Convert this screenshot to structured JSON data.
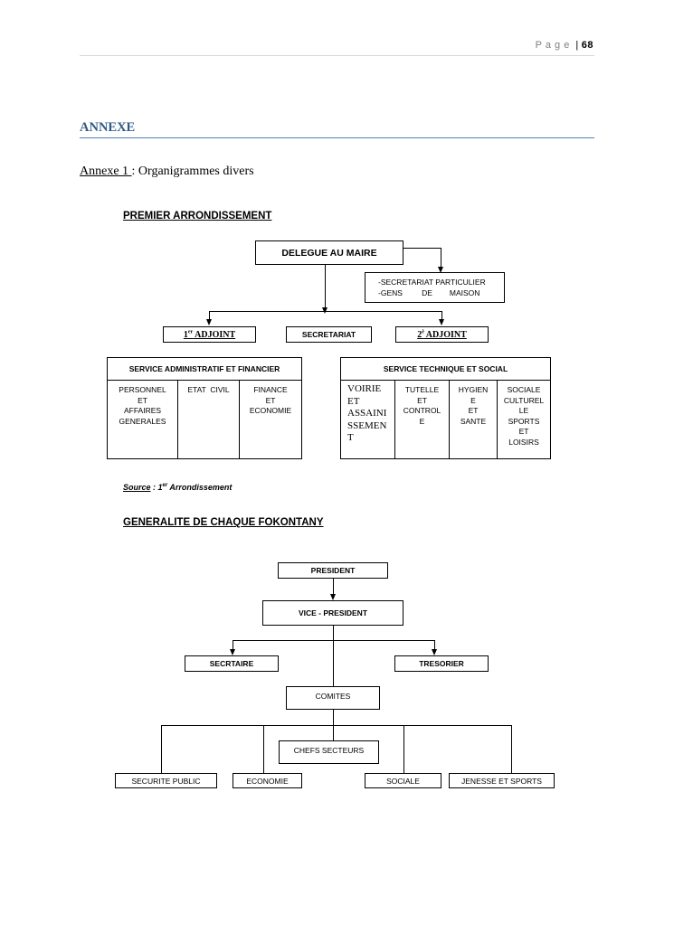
{
  "header": {
    "page_word": "P a g e",
    "page_sep": "|",
    "page_number": "68"
  },
  "section_title": "ANNEXE",
  "annex": {
    "label": "Annexe 1 ",
    "title": ": Organigrammes divers"
  },
  "chart1": {
    "title": "PREMIER ARRONDISSEMENT",
    "delegue": "DELEGUE AU MAIRE",
    "sec_part_1": "-SECRETARIAT PARTICULIER",
    "sec_part_2": "-GENS         DE        MAISON",
    "adjoint1_pre": "1",
    "adjoint1_sup": "er",
    "adjoint1_post": " ADJOINT",
    "secretariat": "SECRETARIAT",
    "adjoint2_pre": "2",
    "adjoint2_sup": "è",
    "adjoint2_post": " ADJOINT",
    "service_admin": "SERVICE ADMINISTRATIF ET FINANCIER",
    "service_tech": "SERVICE TECHNIQUE ET SOCIAL",
    "admin_cols": [
      "PERSONNEL\nET\nAFFAIRES\nGENERALES",
      "ETAT  CIVIL",
      "FINANCE\nET\nECONOMIE"
    ],
    "tech_cols": [
      "VOIRIE\nET\nASSAINI\nSSEMEN\nT",
      "TUTELLE\nET\nCONTROL\nE",
      "HYGIEN\nE\nET\nSANTE",
      "SOCIALE\nCULTUREL\nLE\nSPORTS\nET\nLOISIRS"
    ],
    "source_label": "Source",
    "source_mid": " : 1",
    "source_sup": "er",
    "source_rest": " Arrondissement"
  },
  "chart2": {
    "title": "GENERALITE DE CHAQUE FOKONTANY",
    "president": "PRESIDENT",
    "vice_president": "VICE - PRESIDENT",
    "secretaire": "SECRTAIRE",
    "tresorier": "TRESORIER",
    "comites": "COMITES",
    "chefs_secteurs": "CHEFS SECTEURS",
    "bottom": [
      "SECURITE PUBLIC",
      "ECONOMIE",
      "SOCIALE",
      "JENESSE ET SPORTS"
    ]
  }
}
